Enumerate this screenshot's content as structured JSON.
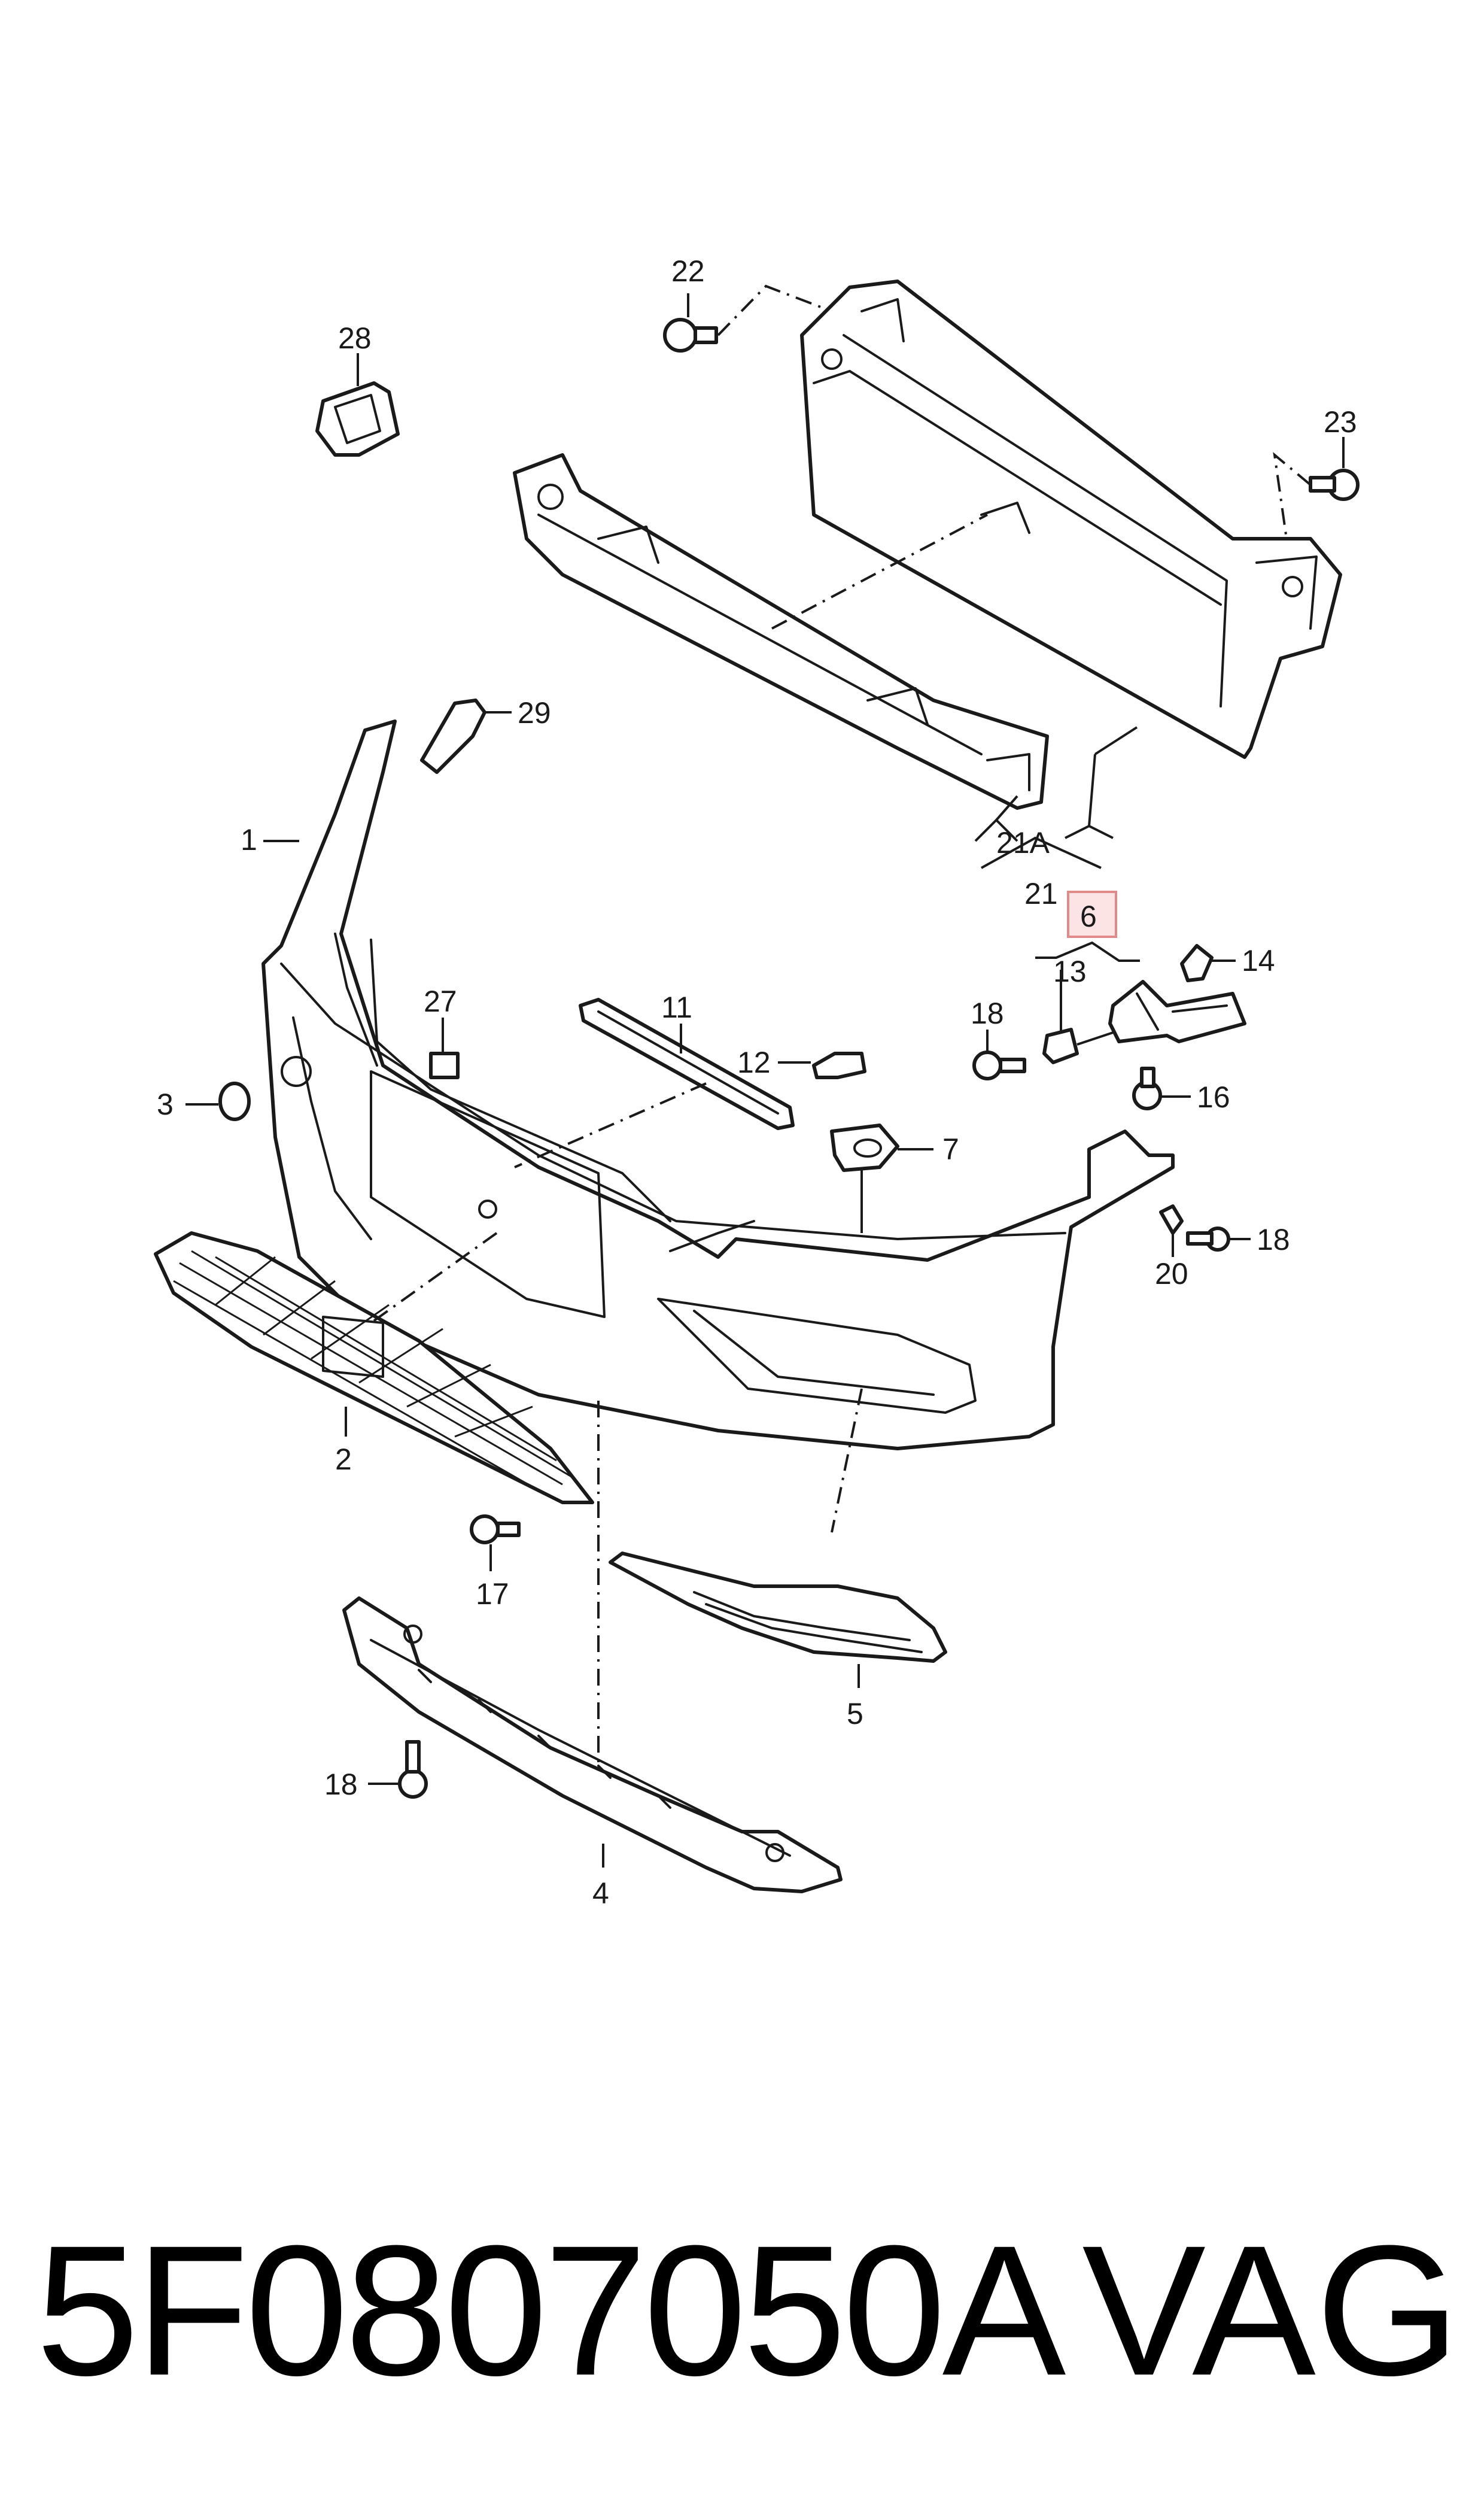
{
  "callouts": [
    "1",
    "2",
    "3",
    "4",
    "5",
    "6",
    "7",
    "11",
    "12",
    "13",
    "14",
    "16",
    "17",
    "18",
    "18",
    "18",
    "20",
    "21",
    "21A",
    "22",
    "23",
    "27",
    "28",
    "29"
  ],
  "highlight_color": "#fde4e4",
  "part_number": "5F0807050A",
  "brand": "VAG"
}
